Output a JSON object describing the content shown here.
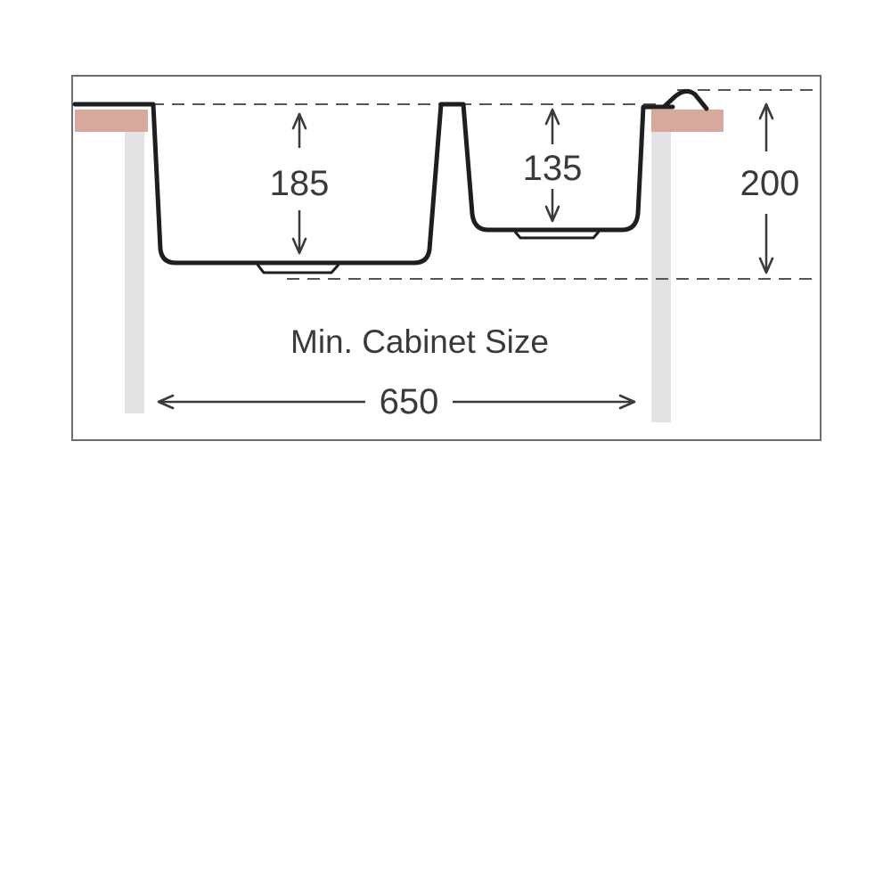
{
  "diagram": {
    "caption": "Min. Cabinet Size",
    "dimensions": {
      "large_bowl_depth": "185",
      "small_bowl_depth": "135",
      "total_depth": "200",
      "cabinet_width": "650"
    },
    "colors": {
      "frame": "#6e6e6e",
      "sink_outline": "#1e1e1e",
      "countertop": "#d6a99c",
      "cabinet_wall": "#e3e3e3",
      "dimension_line": "#3a3a3a",
      "guide_line": "#555555",
      "text": "#3a3a3a"
    }
  }
}
